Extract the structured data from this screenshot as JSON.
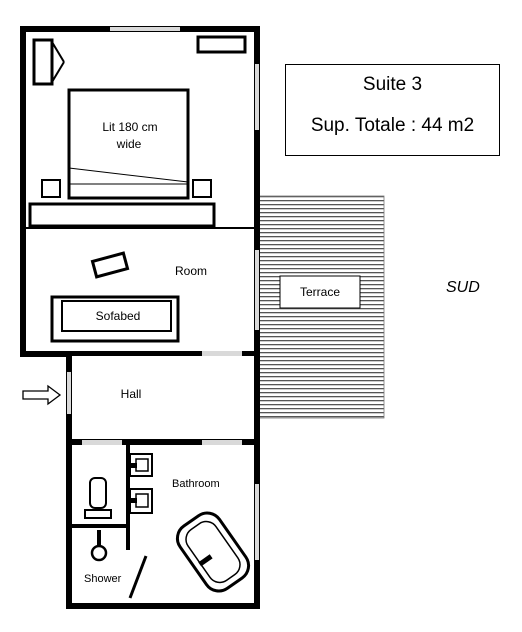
{
  "info": {
    "title": "Suite 3",
    "area": "Sup. Totale : 44 m2"
  },
  "orientation": "SUD",
  "rooms": {
    "bed": "Lit 180 cm wide",
    "bed_line1": "Lit 180 cm",
    "bed_line2": "wide",
    "room": "Room",
    "sofabed": "Sofabed",
    "terrace": "Terrace",
    "hall": "Hall",
    "bathroom": "Bathroom",
    "shower": "Shower"
  },
  "colors": {
    "wall": "#000000",
    "window": "#d9d9d9",
    "background": "#ffffff"
  },
  "icons": {
    "entrance": "entrance-arrow-icon",
    "bathtub": "bathtub-icon",
    "toilet": "toilet-icon",
    "sink": "sink-icon",
    "shower": "shower-head-icon"
  }
}
